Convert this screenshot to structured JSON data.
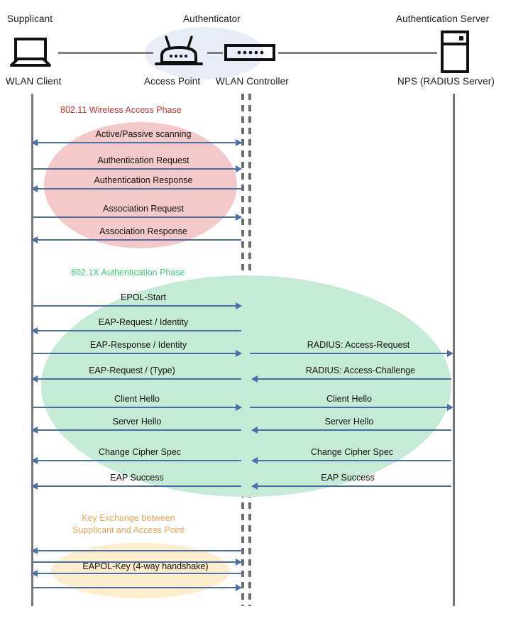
{
  "title": "802.1X WLAN Authentication Sequence",
  "colors": {
    "wireless_phase": "#c0392b",
    "dot1x_phase": "#3ec77e",
    "key_phase": "#e8a55e",
    "wireless_ellipse": "#f4c9ca",
    "dot1x_ellipse": "#c5ead5",
    "key_ellipse": "#fceecd",
    "arrow": "#4a6fa5",
    "lifeline": "#777777",
    "authenticator_halo": "#e8edf7"
  },
  "actors": [
    {
      "role": "Supplicant",
      "device": "WLAN Client",
      "icon": "laptop-icon"
    },
    {
      "role": "Authenticator",
      "device": "Access Point",
      "icon": "wireless-access-point-icon"
    },
    {
      "role": "",
      "device": "WLAN Controller",
      "icon": "wlan-controller-icon"
    },
    {
      "role": "Authentication Server",
      "device": "NPS (RADIUS Server)",
      "icon": "server-icon"
    }
  ],
  "phases": [
    {
      "id": "wireless",
      "label": "802.11 Wireless Access Phase",
      "messages": [
        {
          "text": "Active/Passive scanning",
          "direction": "both",
          "span": "left"
        },
        {
          "text": "Authentication Request",
          "direction": "right",
          "span": "left"
        },
        {
          "text": "Authentication Response",
          "direction": "left",
          "span": "left"
        },
        {
          "text": "Association Request",
          "direction": "right",
          "span": "left"
        },
        {
          "text": "Association Response",
          "direction": "left",
          "span": "left"
        }
      ]
    },
    {
      "id": "dot1x",
      "label": "802.1X Authentication Phase",
      "messages": [
        {
          "text": "EPOL-Start",
          "direction": "right",
          "span": "left"
        },
        {
          "text": "EAP-Request / Identity",
          "direction": "left",
          "span": "left"
        },
        {
          "text": "EAP-Response / Identity",
          "direction": "right",
          "span": "left",
          "right_text": "RADIUS: Access-Request",
          "right_direction": "right"
        },
        {
          "text": "EAP-Request / (Type)",
          "direction": "left",
          "span": "left",
          "right_text": "RADIUS: Access-Challenge",
          "right_direction": "left"
        },
        {
          "text": "Client Hello",
          "direction": "right",
          "span": "left",
          "right_text": "Client Hello",
          "right_direction": "right"
        },
        {
          "text": "Server Hello",
          "direction": "left",
          "span": "left",
          "right_text": "Server Hello",
          "right_direction": "left"
        },
        {
          "text": "Change Cipher Spec",
          "direction": "left",
          "span": "left",
          "right_text": "Change Cipher Spec",
          "right_direction": "left"
        },
        {
          "text": "EAP Success",
          "direction": "left",
          "span": "left",
          "right_text": "EAP Success",
          "right_direction": "left"
        }
      ]
    },
    {
      "id": "key",
      "label": "Key Exchange between\nSupplicant and Access Point",
      "label_line1": "Key Exchange between",
      "label_line2": "Supplicant and Access Point",
      "messages": [
        {
          "text": "",
          "direction": "left",
          "span": "left"
        },
        {
          "text": "",
          "direction": "right",
          "span": "left"
        },
        {
          "text": "EAPOL-Key (4-way handshake)",
          "direction": "left",
          "span": "left"
        },
        {
          "text": "",
          "direction": "right",
          "span": "left"
        }
      ]
    }
  ]
}
